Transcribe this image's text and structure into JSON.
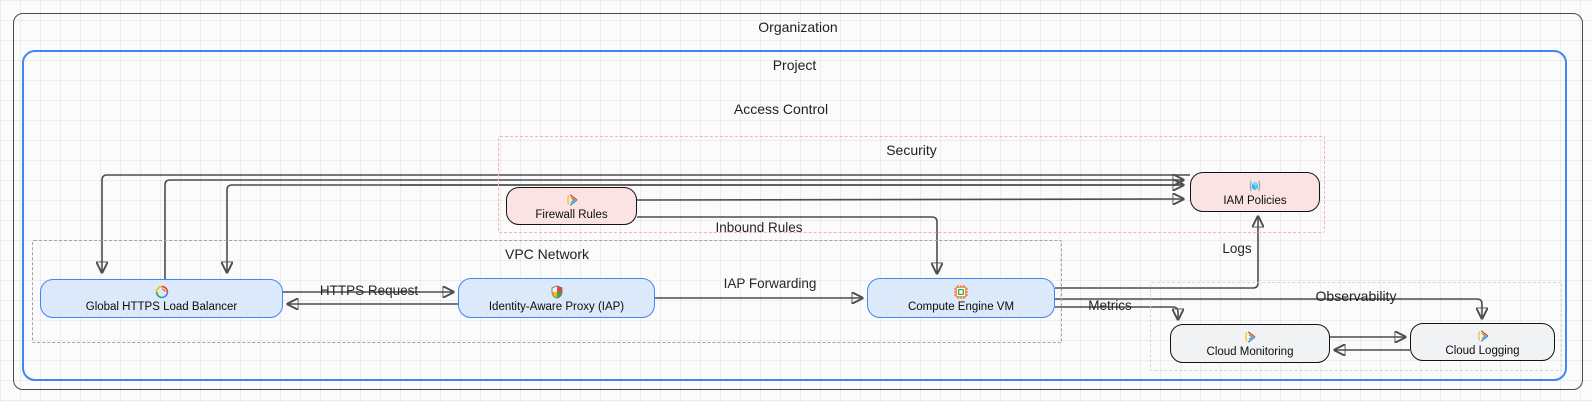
{
  "diagram": {
    "containers": {
      "organization": "Organization",
      "project": "Project",
      "access_control": "Access Control",
      "security": "Security",
      "vpc_network": "VPC Network",
      "observability": "Observability"
    },
    "nodes": {
      "firewall_rules": {
        "label": "Firewall Rules",
        "icon": "gcp-service-arrow-icon"
      },
      "iam_policies": {
        "label": "IAM Policies",
        "icon": "iam-cube-icon"
      },
      "load_balancer": {
        "label": "Global HTTPS Load Balancer",
        "icon": "load-balancer-swirl-icon"
      },
      "iap": {
        "label": "Identity-Aware Proxy (IAP)",
        "icon": "shield-icon"
      },
      "compute_vm": {
        "label": "Compute Engine VM",
        "icon": "chip-icon"
      },
      "cloud_monitoring": {
        "label": "Cloud Monitoring",
        "icon": "gcp-service-arrow-icon"
      },
      "cloud_logging": {
        "label": "Cloud Logging",
        "icon": "gcp-service-arrow-icon"
      }
    },
    "edges": {
      "https_request": "HTTPS Request",
      "iap_forwarding": "IAP Forwarding",
      "inbound_rules": "Inbound Rules",
      "logs": "Logs",
      "metrics": "Metrics"
    },
    "colors": {
      "organization_border": "#4a4a4a",
      "project_border": "#4285f4",
      "security_border": "#f1b5b1",
      "vpc_border": "#9aa4b2",
      "observability_border": "#d3dad2",
      "node_pink_fill": "#fbe3e3",
      "node_blue_fill": "#dce9fb",
      "node_blue_border": "#4285f4",
      "node_gray_fill": "#f0f2f4",
      "node_dark_border": "#141414",
      "edge_color": "#4d4d4d"
    }
  }
}
